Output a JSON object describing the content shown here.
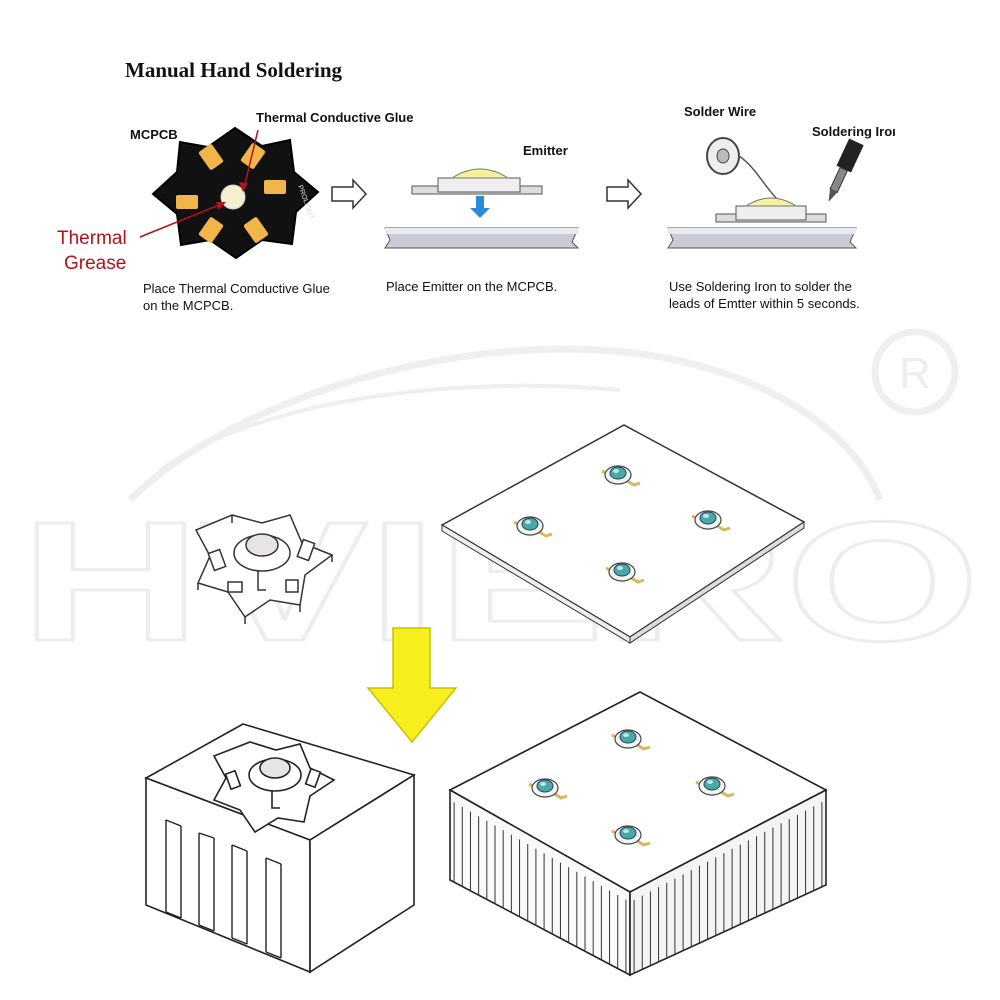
{
  "title": "Manual Hand Soldering",
  "step1": {
    "label_board": "MCPCB",
    "label_glue": "Thermal Conductive Glue",
    "label_grease_line1": "Thermal",
    "label_grease_line2": "Grease",
    "board_print": "PROLIGHT",
    "caption_line1": "Place Thermal Comductive Glue",
    "caption_line2": "on the MCPCB."
  },
  "step2": {
    "label_emitter": "Emitter",
    "caption": "Place Emitter on the MCPCB."
  },
  "step3": {
    "label_wire": "Solder Wire",
    "label_iron": "Soldering Iroı",
    "caption_line1": "Use Soldering Iron to solder the",
    "caption_line2": "leads of Emtter within 5 seconds."
  },
  "watermark": {
    "brand": "HVIERO",
    "registered": "R"
  },
  "colors": {
    "pad_orange": "#f2b54a",
    "arrow_yellow": "#f7ee1e",
    "grease_red": "#b0141a",
    "led_teal": "#4aa9a8",
    "lead_gold": "#d8b85a"
  }
}
